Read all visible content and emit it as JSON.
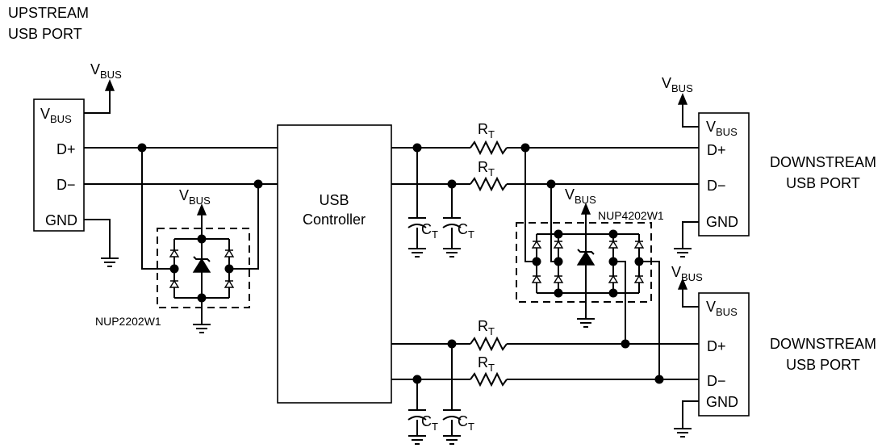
{
  "upstream_port": {
    "title_line1": "UPSTREAM",
    "title_line2": "USB PORT",
    "pins": {
      "vbus_main": "V",
      "vbus_sub": "BUS",
      "dplus": "D+",
      "dminus": "D−",
      "gnd": "GND"
    }
  },
  "downstream_port_1": {
    "title_line1": "DOWNSTREAM",
    "title_line2": "USB PORT",
    "pins": {
      "vbus_main": "V",
      "vbus_sub": "BUS",
      "dplus": "D+",
      "dminus": "D−",
      "gnd": "GND"
    }
  },
  "downstream_port_2": {
    "title_line1": "DOWNSTREAM",
    "title_line2": "USB PORT",
    "pins": {
      "vbus_main": "V",
      "vbus_sub": "BUS",
      "dplus": "D+",
      "dminus": "D−",
      "gnd": "GND"
    }
  },
  "controller": {
    "line1": "USB",
    "line2": "Controller"
  },
  "vbus_label": {
    "main": "V",
    "sub": "BUS"
  },
  "resistor_label": {
    "main": "R",
    "sub": "T"
  },
  "capacitor_label": {
    "main": "C",
    "sub": "T"
  },
  "tvs_left": {
    "part": "NUP2202W1"
  },
  "tvs_right": {
    "part": "NUP4202W1"
  }
}
